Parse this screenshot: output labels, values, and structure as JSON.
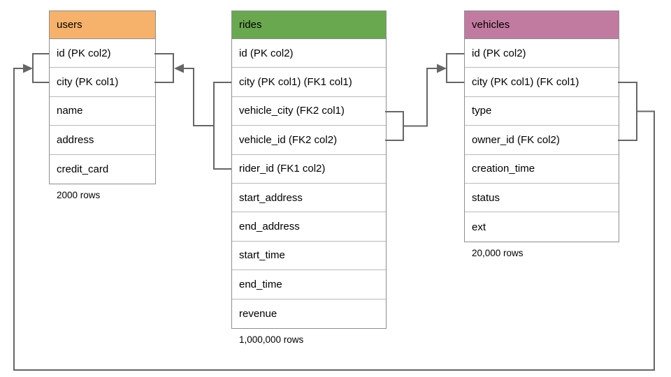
{
  "diagram": {
    "line_color": "#666666",
    "tables": [
      {
        "title": "users",
        "header_color": "#f6b26b",
        "columns": [
          "id (PK col2)",
          "city (PK col1)",
          "name",
          "address",
          "credit_card"
        ],
        "row_count": "2000 rows"
      },
      {
        "title": "rides",
        "header_color": "#6aa84f",
        "columns": [
          "id (PK col2)",
          "city (PK col1) (FK1 col1)",
          "vehicle_city (FK2 col1)",
          "vehicle_id (FK2 col2)",
          "rider_id (FK1 col2)",
          "start_address",
          "end_address",
          "start_time",
          "end_time",
          "revenue"
        ],
        "row_count": "1,000,000 rows"
      },
      {
        "title": "vehicles",
        "header_color": "#c27ba0",
        "columns": [
          "id (PK col2)",
          "city (PK col1) (FK col1)",
          "type",
          "owner_id (FK col2)",
          "creation_time",
          "status",
          "ext"
        ],
        "row_count": "20,000 rows"
      }
    ],
    "relationships": [
      {
        "name": "FK1",
        "from": "rides (city, rider_id)",
        "to": "users (id, city)"
      },
      {
        "name": "FK2",
        "from": "rides (vehicle_city, vehicle_id)",
        "to": "vehicles (id, city)"
      },
      {
        "name": "FK",
        "from": "vehicles (city, owner_id)",
        "to": "users (id, city)"
      }
    ]
  }
}
